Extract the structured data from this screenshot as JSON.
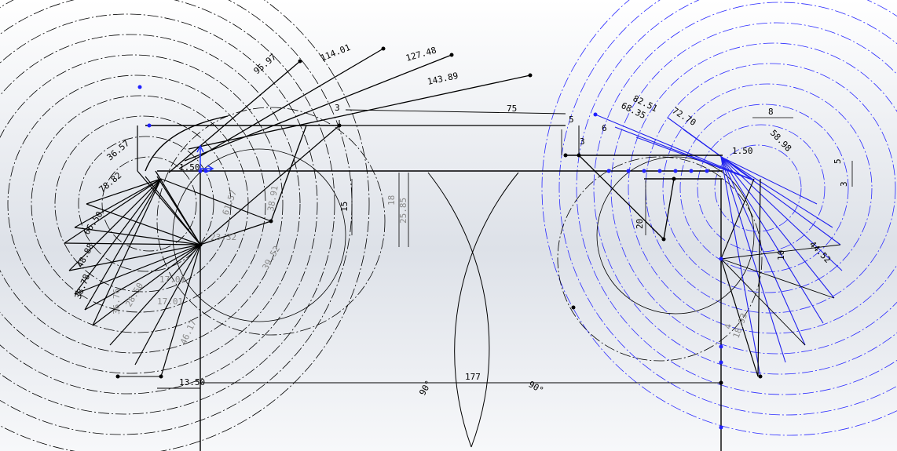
{
  "dimensions": {
    "long_lines": [
      "95.97",
      "114.01",
      "127.48",
      "143.89"
    ],
    "top_horizontal": "75",
    "top_left_small": "3",
    "bottom_span": "177",
    "left_bottom_offset": "13.50",
    "left_step": "1.50",
    "right_top": "8",
    "right_small_5": "5",
    "right_small_3": "3",
    "right_small_6": "6",
    "right_rise_5": "5",
    "right_rise_3": "3",
    "right_step_150": "1.50",
    "left_vertical_15": "15",
    "left_vertical_18": "18",
    "left_vertical_2585": "25.85",
    "left_horizontal_2332": "23.32",
    "right_vertical_20": "20",
    "right_vertical_10": "10",
    "right_vertical_4": "4",
    "right_diag_1893": "18.93",
    "right_diag_8251": "82.51",
    "right_diag_6835": "68.35",
    "right_diag_7270": "72.70",
    "right_diag_5898": "58.98",
    "right_diag_4452": "44.52",
    "left_radial": [
      "36.76",
      "28.50",
      "17.01",
      "17.01",
      "46.17",
      "39.52",
      "38.91",
      "61.57"
    ],
    "left_fan": [
      "78.82",
      "66.50",
      "48.88",
      "38.78",
      "36.57"
    ],
    "angle_left": "90°",
    "angle_right": "90°"
  }
}
